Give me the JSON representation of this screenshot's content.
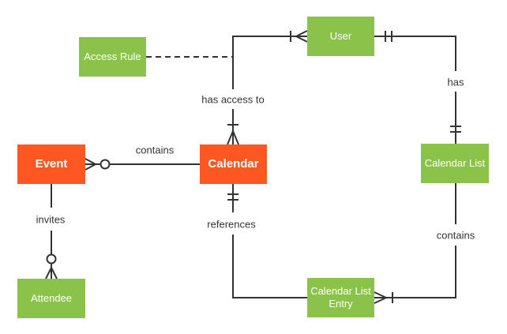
{
  "diagram": {
    "type": "entity-relationship",
    "entities": {
      "event": {
        "label": "Event"
      },
      "calendar": {
        "label": "Calendar"
      },
      "access_rule": {
        "label": "Access Rule"
      },
      "user": {
        "label": "User"
      },
      "calendar_list": {
        "label": "Calendar List"
      },
      "calendar_list_entry": {
        "label": "Calendar List Entry"
      },
      "attendee": {
        "label": "Attendee"
      }
    },
    "relationships": {
      "event_contains_calendar": {
        "label": "contains",
        "event_end": "zero-or-many",
        "calendar_end": "plain"
      },
      "calendar_has_access_to_user": {
        "label": "has access to",
        "calendar_end": "one-or-many",
        "user_end": "one-or-many"
      },
      "user_has_calendar_list": {
        "label": "has",
        "user_end": "one-and-only-one",
        "calendar_list_end": "one-and-only-one"
      },
      "calendar_list_contains_entry": {
        "label": "contains",
        "calendar_list_end": "plain",
        "entry_end": "one-or-many"
      },
      "calendar_references_entry": {
        "label": "references",
        "calendar_end": "one-and-only-one",
        "entry_end": "plain"
      },
      "event_invites_attendee": {
        "label": "invites",
        "event_end": "plain",
        "attendee_end": "zero-or-many"
      },
      "access_rule_link": {
        "style": "dashed",
        "attached_to": "calendar_has_access_to_user"
      }
    }
  },
  "colors": {
    "entity_orange": "#FF5722",
    "entity_green": "#8BC34A",
    "line": "#333333",
    "label_text": "#333333",
    "background": "#FFFFFF"
  }
}
